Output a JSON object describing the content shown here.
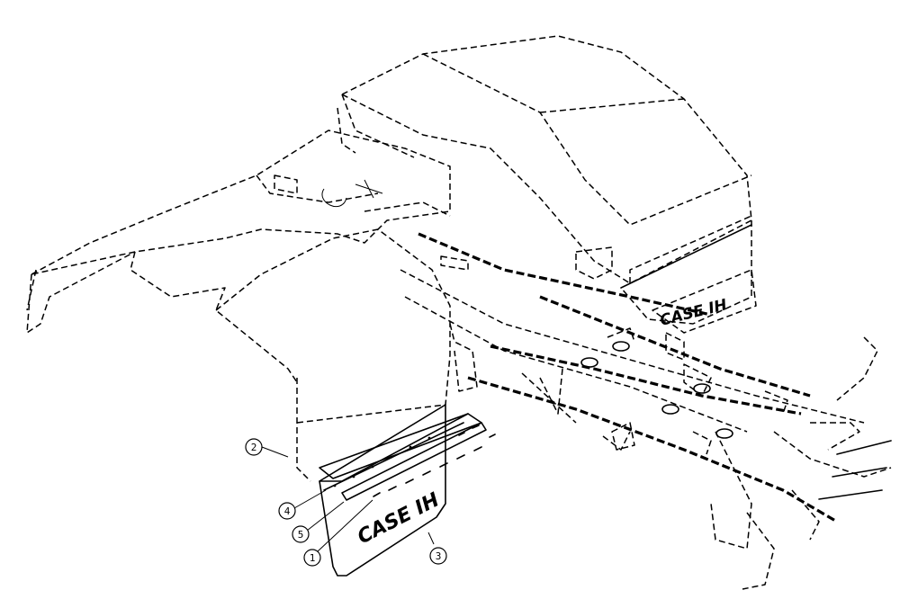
{
  "diagram": {
    "callouts": [
      {
        "id": "c1",
        "label": "1"
      },
      {
        "id": "c2",
        "label": "2"
      },
      {
        "id": "c3",
        "label": "3"
      },
      {
        "id": "c4",
        "label": "4"
      },
      {
        "id": "c5",
        "label": "5"
      }
    ],
    "logos": {
      "mudflap_logo": "CASE IH",
      "rear_panel_logo": "CASE IH"
    },
    "colors": {
      "line": "#000000",
      "background": "#ffffff"
    }
  }
}
